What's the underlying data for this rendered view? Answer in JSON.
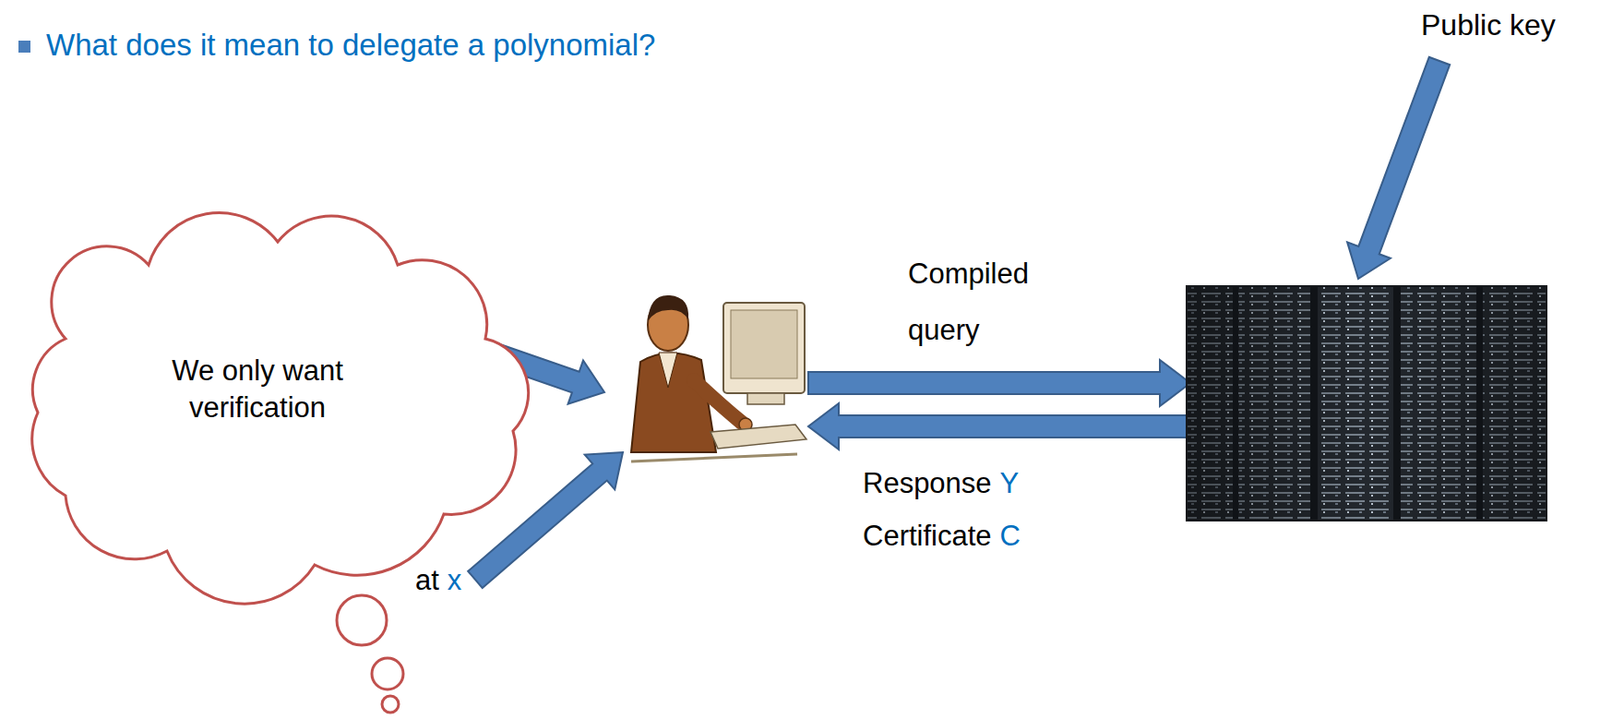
{
  "diagram": {
    "title": "What does it mean to delegate a polynomial?",
    "nodes": [
      {
        "text": [
          "We only want verification"
        ]
      }
    ],
    "labels": [
      "Public key",
      "Compiled query",
      "Response",
      "Y",
      "Certificate",
      "C",
      "at",
      "x"
    ]
  }
}
